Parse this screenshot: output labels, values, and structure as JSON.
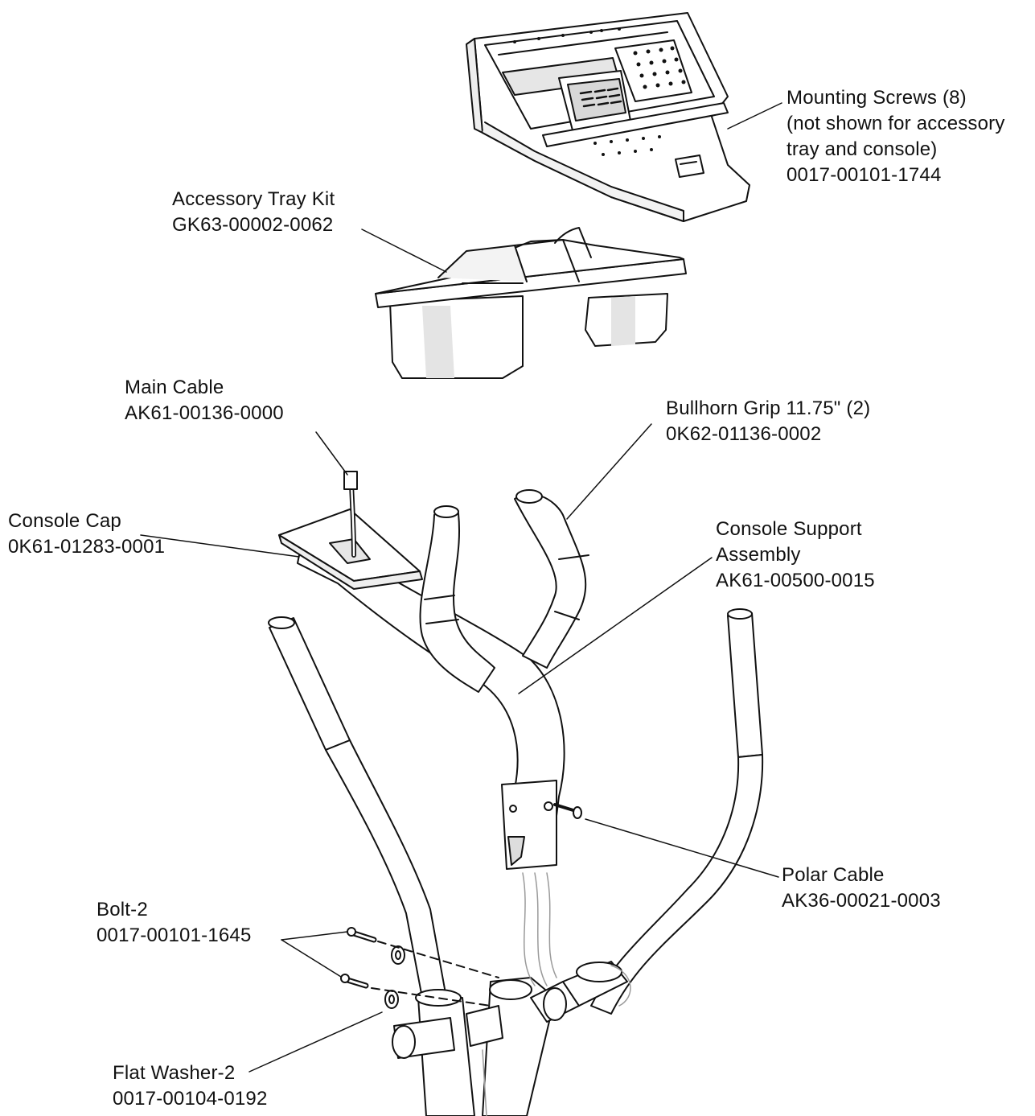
{
  "labels": {
    "mounting_screws": {
      "name": "Mounting Screws (8)",
      "note_line1": "(not shown for accessory",
      "note_line2": "tray and console)",
      "part": "0017-00101-1744"
    },
    "accessory_tray": {
      "name": "Accessory Tray Kit",
      "part": "GK63-00002-0062"
    },
    "main_cable": {
      "name": "Main Cable",
      "part": "AK61-00136-0000"
    },
    "bullhorn_grip": {
      "name": "Bullhorn Grip 11.75\" (2)",
      "part": "0K62-01136-0002"
    },
    "console_cap": {
      "name": "Console Cap",
      "part": "0K61-01283-0001"
    },
    "console_support": {
      "name_line1": "Console Support",
      "name_line2": "Assembly",
      "part": "AK61-00500-0015"
    },
    "polar_cable": {
      "name": "Polar Cable",
      "part": "AK36-00021-0003"
    },
    "bolt": {
      "name": "Bolt-2",
      "part": "0017-00101-1645"
    },
    "flat_washer": {
      "name": "Flat Washer-2",
      "part": "0017-00104-0192"
    }
  },
  "colors": {
    "ink": "#111111",
    "part_fill": "#ffffff",
    "shade": "#dcdcdc",
    "faint": "#9a9a9a"
  }
}
